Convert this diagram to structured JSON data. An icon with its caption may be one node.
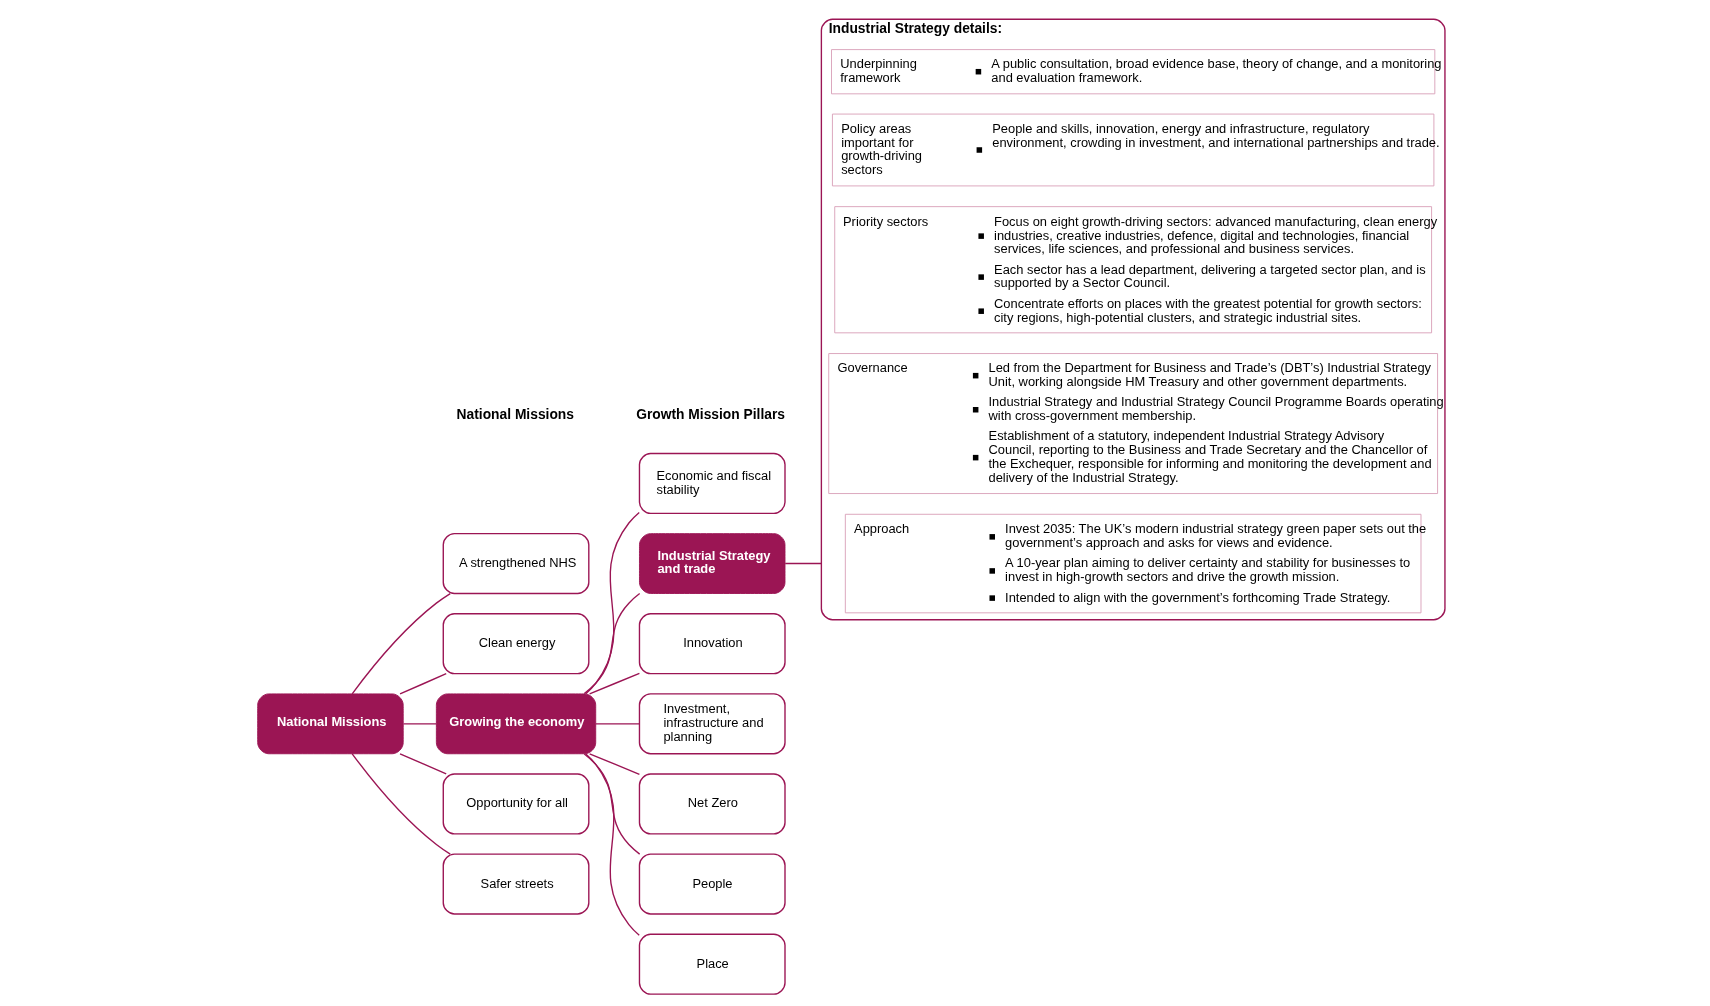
{
  "diagram": {
    "nodes": [
      {
        "text": [
          "National Missions"
        ]
      },
      {
        "text": [
          "A strengthened NHS"
        ]
      },
      {
        "text": [
          "Clean energy"
        ]
      },
      {
        "text": [
          "Growing the economy"
        ]
      },
      {
        "text": [
          "Opportunity for all"
        ]
      },
      {
        "text": [
          "Safer streets"
        ]
      },
      {
        "text": [
          "Economic and fiscal stability"
        ]
      },
      {
        "text": [
          "Industrial Strategy and trade"
        ]
      },
      {
        "text": [
          "Innovation"
        ]
      },
      {
        "text": [
          "Investment, infrastructure and planning"
        ]
      },
      {
        "text": [
          "Net Zero"
        ]
      },
      {
        "text": [
          "People"
        ]
      },
      {
        "text": [
          "Place"
        ]
      },
      {
        "text": [
          "Industrial Strategy details:"
        ]
      },
      {
        "text": [
          "Approach",
          "Invest 2035: The UK’s modern industrial strategy green paper sets out the government’s approach and asks for views and evidence.",
          "A 10-year plan aiming to deliver certainty and stability for businesses to invest in high-growth sectors and drive the growth mission.",
          "Intended to align with the government’s forthcoming Trade Strategy."
        ],
        "in": 13
      },
      {
        "text": [
          "Governance",
          "Led from the Department for Business and Trade’s (DBT’s) Industrial Strategy Unit, working alongside HM Treasury and other government departments.",
          "Industrial Strategy and Industrial Strategy Council Programme Boards operating with cross-government membership.",
          "Establishment of a statutory, independent Industrial Strategy Advisory Council, reporting to the Business and Trade Secretary and the Chancellor of the Exchequer, responsible for informing and monitoring the development and delivery of the Industrial Strategy."
        ],
        "in": 13
      },
      {
        "text": [
          "Priority sectors",
          "Focus on eight growth-driving sectors: advanced manufacturing, clean energy industries, creative industries, defence, digital and technologies, financial services, life sciences, and professional and business services.",
          "Each sector has a lead department, delivering a targeted sector plan, and is supported by a Sector Council.",
          "Concentrate efforts on places with the greatest potential for growth sectors: city regions, high-potential clusters, and strategic industrial sites."
        ],
        "in": 13
      },
      {
        "text": [
          "Policy areas important for growth-driving sectors",
          "People and skills, innovation, energy and infrastructure, regulatory environment, crowding in investment, and international partnerships and trade."
        ],
        "in": 13
      },
      {
        "text": [
          "Underpinning framework",
          "A public consultation, broad evidence base, theory of change, and a monitoring and evaluation framework."
        ],
        "in": 13
      }
    ],
    "edges": [
      {
        "from": 0,
        "to": 1,
        "arrow": "none"
      },
      {
        "from": 0,
        "to": 2,
        "arrow": "none"
      },
      {
        "from": 0,
        "to": 3,
        "arrow": "none"
      },
      {
        "from": 0,
        "to": 4,
        "arrow": "none"
      },
      {
        "from": 0,
        "to": 5,
        "arrow": "none"
      },
      {
        "from": 3,
        "to": 6,
        "arrow": "none"
      },
      {
        "from": 3,
        "to": 7,
        "arrow": "none"
      },
      {
        "from": 3,
        "to": 8,
        "arrow": "none"
      },
      {
        "from": 3,
        "to": 9,
        "arrow": "none"
      },
      {
        "from": 3,
        "to": 10,
        "arrow": "none"
      },
      {
        "from": 3,
        "to": 11,
        "arrow": "none"
      },
      {
        "from": 3,
        "to": 12,
        "arrow": "none"
      },
      {
        "from": 7,
        "to": 13,
        "arrow": "none"
      }
    ],
    "labels": [
      "National Missions",
      "Growth Mission Pillars"
    ]
  }
}
